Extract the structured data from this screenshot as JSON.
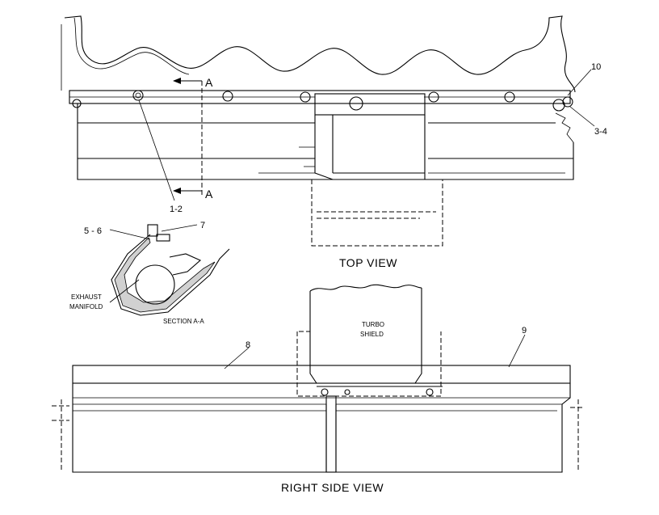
{
  "labels": {
    "top_view": "TOP VIEW",
    "right_side_view": "RIGHT SIDE VIEW",
    "section_aa": "SECTION A-A",
    "exhaust_line1": "EXHAUST",
    "exhaust_line2": "MANIFOLD",
    "turbo_line1": "TURBO",
    "turbo_line2": "SHIELD",
    "section_marker_top": "A",
    "section_marker_bottom": "A"
  },
  "callouts": {
    "c_1_2": "1-2",
    "c_3_4": "3-4",
    "c_5_6": "5 - 6",
    "c_7": "7",
    "c_8": "8",
    "c_9": "9",
    "c_10": "10"
  }
}
